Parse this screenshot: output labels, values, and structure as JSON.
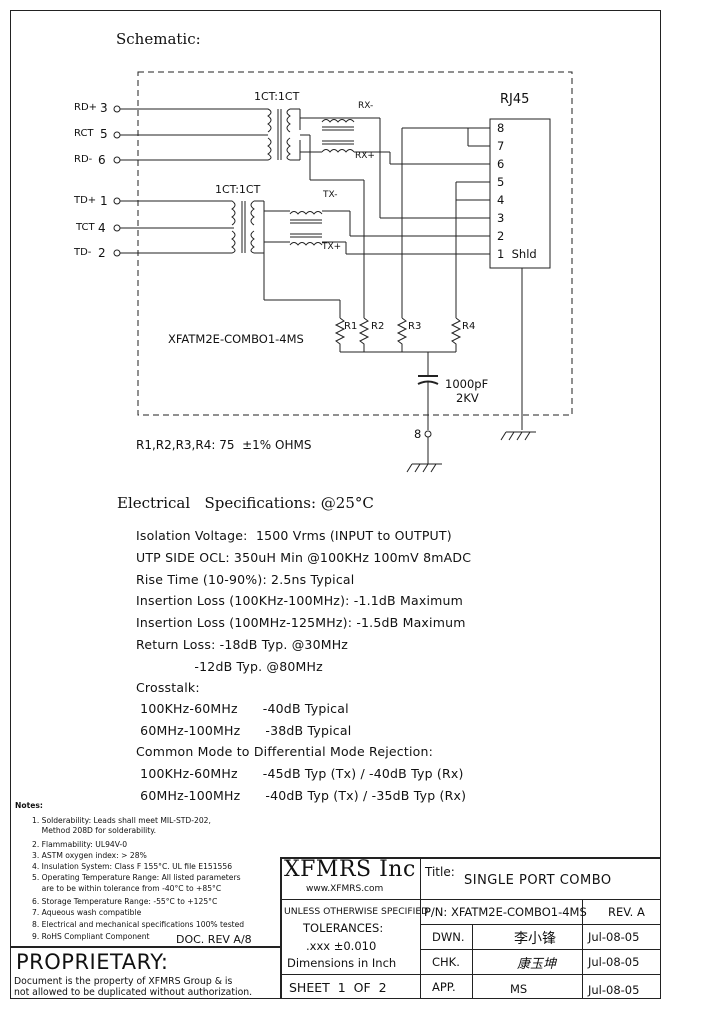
{
  "schematic": {
    "heading": "Schematic:",
    "pins_left": [
      {
        "label": "RD+",
        "num": "3"
      },
      {
        "label": "RCT",
        "num": "5"
      },
      {
        "label": "RD-",
        "num": "6"
      },
      {
        "label": "TD+",
        "num": "1"
      },
      {
        "label": "TCT",
        "num": "4"
      },
      {
        "label": "TD-",
        "num": "2"
      }
    ],
    "transformer_top": "1CT:1CT",
    "transformer_bottom": "1CT:1CT",
    "rx_minus": "RX-",
    "rx_plus": "RX+",
    "tx_minus": "TX-",
    "tx_plus": "TX+",
    "rj45_title": "RJ45",
    "rj45_pins": [
      "8",
      "7",
      "6",
      "5",
      "4",
      "3",
      "2",
      "1  Shld"
    ],
    "resistors": [
      "R1",
      "R2",
      "R3",
      "R4"
    ],
    "part_label": "XFATM2E-COMBO1-4MS",
    "cap_value": "1000pF",
    "cap_voltage": "2KV",
    "ground_pin": "8",
    "resistor_note": "R1,R2,R3,R4: 75  ±1% OHMS"
  },
  "electrical": {
    "heading": "Electrical   Specifications: @25°C",
    "lines": [
      "Isolation Voltage:  1500 Vrms (INPUT to OUTPUT)",
      "UTP SIDE OCL: 350uH Min @100KHz 100mV 8mADC",
      "Rise Time (10-90%): 2.5ns Typical",
      "Insertion Loss (100KHz-100MHz): -1.1dB Maximum",
      "Insertion Loss (100MHz-125MHz): -1.5dB Maximum",
      "Return Loss: -18dB Typ. @30MHz",
      "              -12dB Typ. @80MHz",
      "Crosstalk:",
      " 100KHz-60MHz      -40dB Typical",
      " 60MHz-100MHz      -38dB Typical",
      "Common Mode to Differential Mode Rejection:",
      " 100KHz-60MHz      -45dB Typ (Tx) / -40dB Typ (Rx)",
      " 60MHz-100MHz      -40dB Typ (Tx) / -35dB Typ (Rx)"
    ]
  },
  "notes": {
    "heading": "Notes:",
    "items": [
      "1. Solderability: Leads shall meet MIL-STD-202,",
      "    Method 208D for solderability.",
      "2. Flammability: UL94V-0",
      "3. ASTM oxygen index: > 28%",
      "4. Insulation System: Class F 155°C. UL file E151556",
      "5. Operating Temperature Range: All listed parameters",
      "    are to be within tolerance from -40°C to +85°C",
      "6. Storage Temperature Range: -55°C to +125°C",
      "7. Aqueous wash compatible",
      "8. Electrical and mechanical specifications 100% tested",
      "9. RoHS Compliant Component"
    ],
    "doc_rev": "DOC. REV A/8"
  },
  "proprietary": {
    "title": "PROPRIETARY:",
    "line1": "Document is the property of XFMRS Group & is",
    "line2": "not allowed to be duplicated without authorization."
  },
  "title_block": {
    "company": "XFMRS Inc",
    "website": "www.XFMRS.com",
    "title_label": "Title:",
    "title_value": "SINGLE PORT COMBO",
    "unless": "UNLESS OTHERWISE SPECIFIED",
    "tolerances": "TOLERANCES:",
    "tol_value": ".xxx ±0.010",
    "dimensions": "Dimensions in Inch",
    "pn": "P/N: XFATM2E-COMBO1-4MS",
    "rev": "REV. A",
    "dwn": "DWN.",
    "dwn_name": "李小锋",
    "dwn_date": "Jul-08-05",
    "chk": "CHK.",
    "chk_name": "康玉坤",
    "chk_date": "Jul-08-05",
    "app": "APP.",
    "app_name": "MS",
    "app_date": "Jul-08-05",
    "sheet": "SHEET  1  OF  2"
  }
}
